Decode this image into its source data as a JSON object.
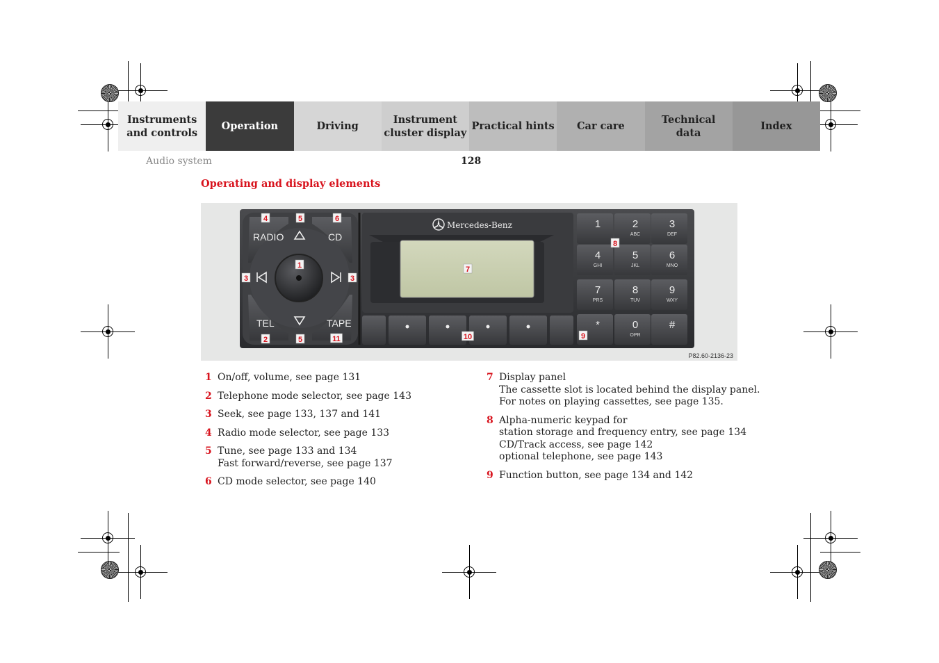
{
  "tabs": [
    {
      "lines": [
        "Instruments",
        "and controls"
      ],
      "bg": "#efefef",
      "color": "#222222"
    },
    {
      "lines": [
        "Operation"
      ],
      "bg": "#3b3b3b",
      "color": "#ffffff"
    },
    {
      "lines": [
        "Driving"
      ],
      "bg": "#d6d6d6",
      "color": "#222222"
    },
    {
      "lines": [
        "Instrument",
        "cluster display"
      ],
      "bg": "#cecece",
      "color": "#222222"
    },
    {
      "lines": [
        "Practical hints"
      ],
      "bg": "#bdbdbd",
      "color": "#222222"
    },
    {
      "lines": [
        "Car care"
      ],
      "bg": "#b0b0b0",
      "color": "#222222"
    },
    {
      "lines": [
        "Technical",
        "data"
      ],
      "bg": "#a3a3a3",
      "color": "#222222"
    },
    {
      "lines": [
        "Index"
      ],
      "bg": "#979797",
      "color": "#222222"
    }
  ],
  "header": {
    "section": "Audio system",
    "page_number": "128"
  },
  "heading": "Operating and display elements",
  "figure": {
    "code": "P82.60-2136-23",
    "brand": "Mercedes-Benz",
    "buttons": {
      "radio": "RADIO",
      "cd": "CD",
      "tel": "TEL",
      "tape": "TAPE"
    },
    "keypad": [
      {
        "digit": "1",
        "letters": ""
      },
      {
        "digit": "2",
        "letters": "ABC"
      },
      {
        "digit": "3",
        "letters": "DEF"
      },
      {
        "digit": "4",
        "letters": "GHI"
      },
      {
        "digit": "5",
        "letters": "JKL"
      },
      {
        "digit": "6",
        "letters": "MNO"
      },
      {
        "digit": "7",
        "letters": "PRS"
      },
      {
        "digit": "8",
        "letters": "TUV"
      },
      {
        "digit": "9",
        "letters": "WXY"
      },
      {
        "digit": "*",
        "letters": ""
      },
      {
        "digit": "0",
        "letters": "OPR"
      },
      {
        "digit": "#",
        "letters": ""
      }
    ],
    "callouts": [
      "4",
      "5",
      "6",
      "8",
      "1",
      "3",
      "3",
      "7",
      "2",
      "5",
      "11",
      "10",
      "9"
    ]
  },
  "legend_left": [
    {
      "num": "1",
      "lines": [
        "On/off, volume, see page 131"
      ]
    },
    {
      "num": "2",
      "lines": [
        "Telephone mode selector, see page 143"
      ]
    },
    {
      "num": "3",
      "lines": [
        "Seek, see page 133, 137 and 141"
      ]
    },
    {
      "num": "4",
      "lines": [
        "Radio mode selector, see page 133"
      ]
    },
    {
      "num": "5",
      "lines": [
        "Tune, see page 133 and 134",
        "Fast forward/reverse, see page 137"
      ]
    },
    {
      "num": "6",
      "lines": [
        "CD mode selector, see page 140"
      ]
    }
  ],
  "legend_right": [
    {
      "num": "7",
      "lines": [
        "Display panel",
        "The cassette slot is located behind the display panel.",
        "For notes on playing cassettes, see page 135."
      ]
    },
    {
      "num": "8",
      "lines": [
        "Alpha-numeric keypad for",
        "station storage and frequency entry, see page 134",
        "CD/Track access, see page 142",
        "optional telephone, see page 143"
      ]
    },
    {
      "num": "9",
      "lines": [
        "Function button, see page 134 and 142"
      ]
    }
  ],
  "colors": {
    "accent_red": "#d8141e",
    "display_green": "#c9cfb0"
  }
}
